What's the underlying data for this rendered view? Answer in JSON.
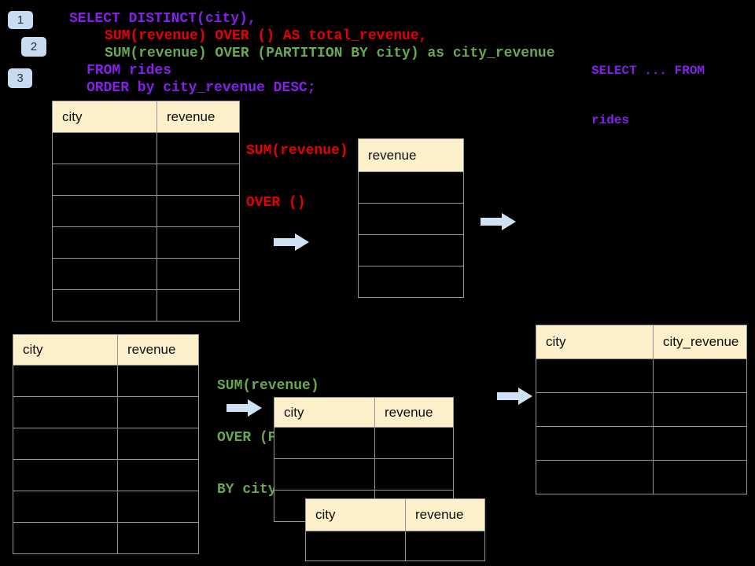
{
  "colors": {
    "background": "#000000",
    "sql_purple": "#8520E8",
    "sql_red": "#E60000",
    "sql_green": "#6AA84F",
    "table_header_bg": "#FDF1CC",
    "table_border": "#969696",
    "arrow_fill": "#CFE2F3",
    "badge_bg": "#C9DBF0"
  },
  "steps": [
    {
      "label": "1"
    },
    {
      "label": "2"
    },
    {
      "label": "3"
    }
  ],
  "sql": {
    "lines": [
      {
        "text": "SELECT DISTINCT(city),",
        "color": "sql_purple"
      },
      {
        "text": "SUM(revenue) OVER () AS total_revenue,",
        "color": "sql_red"
      },
      {
        "text": "SUM(revenue) OVER (PARTITION BY city) as city_revenue",
        "color": "sql_green"
      },
      {
        "text": "FROM rides",
        "color": "sql_purple"
      },
      {
        "text": "ORDER by city_revenue DESC;",
        "color": "sql_purple"
      }
    ]
  },
  "side_note": {
    "line1": "SELECT ... FROM",
    "line2": "rides",
    "color": "sql_purple"
  },
  "annotations": {
    "total_fn": {
      "line1": "SUM(revenue)",
      "line2": "OVER ()",
      "color": "sql_red"
    },
    "partition_fn": {
      "line1": "SUM(revenue)",
      "line2": "OVER (PARTITION",
      "line3": "BY city)",
      "color": "sql_green"
    }
  },
  "tables": {
    "rides_top": {
      "headers": [
        "city",
        "revenue"
      ],
      "rows": 6
    },
    "total_revenue": {
      "headers": [
        "revenue"
      ],
      "rows": 4
    },
    "rides_bottom": {
      "headers": [
        "city",
        "revenue"
      ],
      "rows": 6
    },
    "partition_back": {
      "headers": [
        "city",
        "revenue"
      ],
      "rows": 3
    },
    "partition_front": {
      "headers": [
        "city",
        "revenue"
      ],
      "rows": 1
    },
    "city_revenue": {
      "headers": [
        "city",
        "city_revenue"
      ],
      "rows": 4
    }
  },
  "icons": {
    "arrows": [
      "right-block-arrow",
      "right-block-arrow",
      "right-block-arrow",
      "right-block-arrow"
    ]
  }
}
